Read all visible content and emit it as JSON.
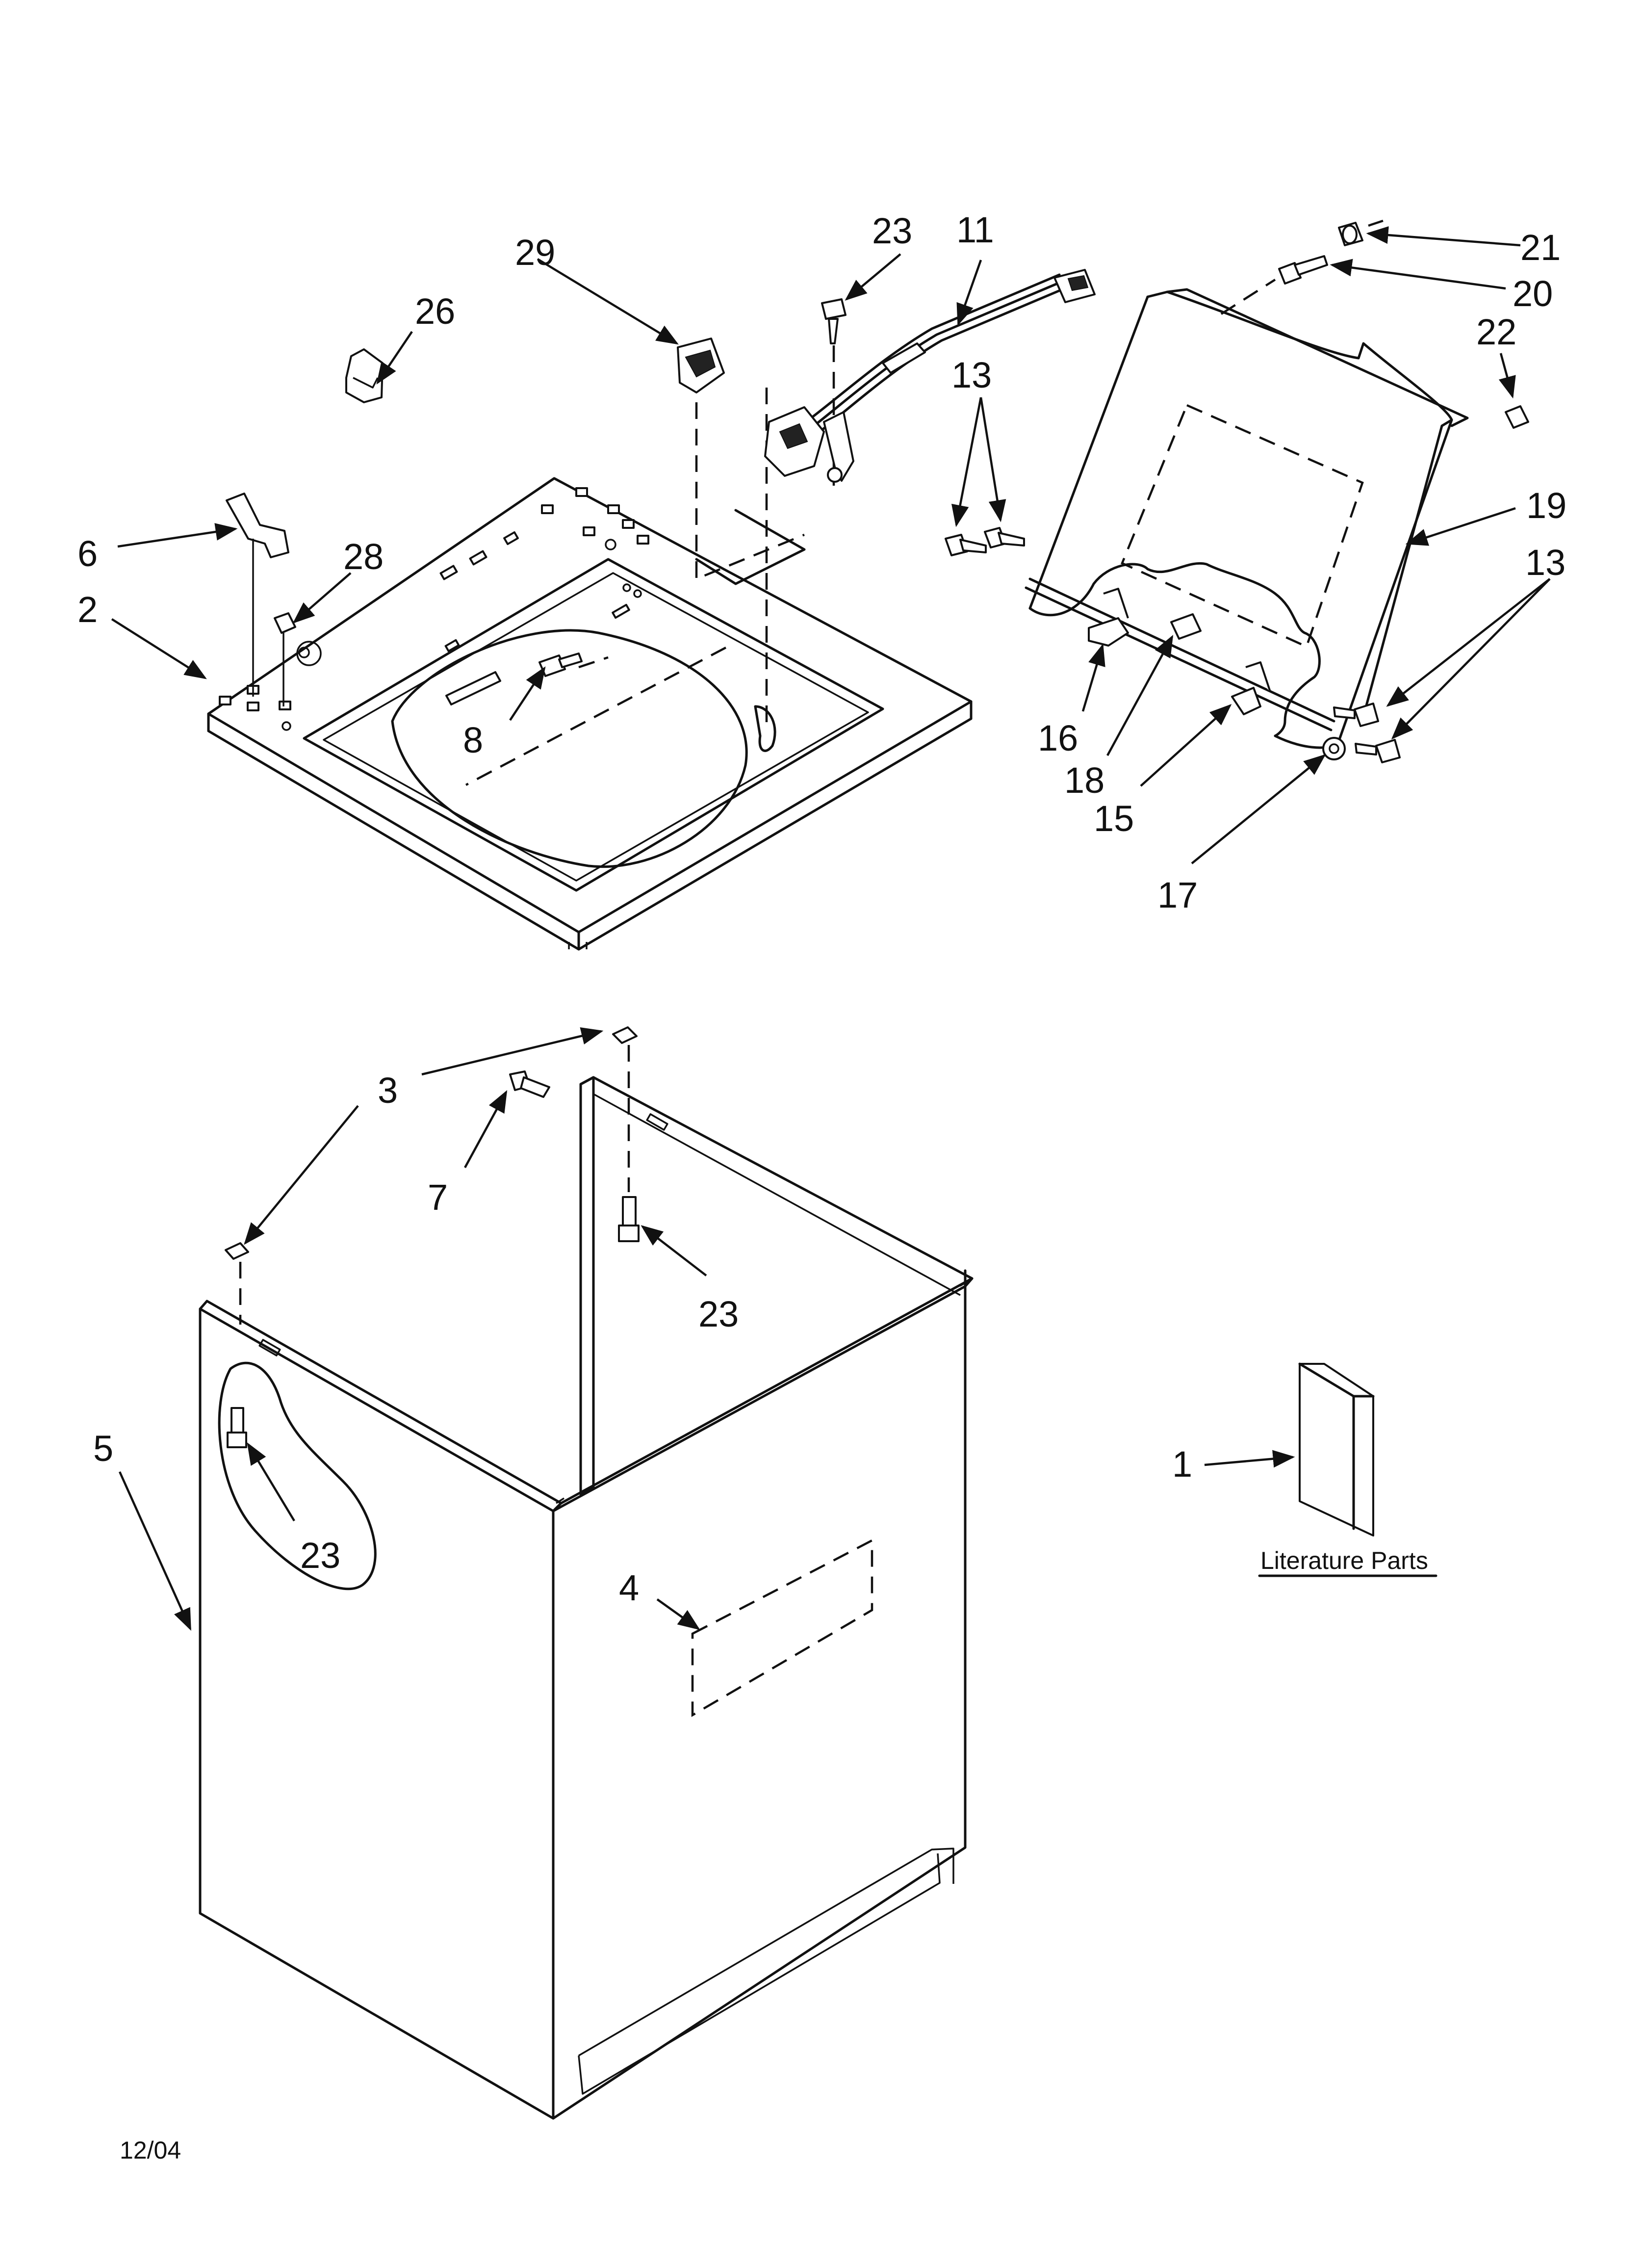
{
  "callouts": [
    {
      "id": "c1",
      "text": "1"
    },
    {
      "id": "c2",
      "text": "2"
    },
    {
      "id": "c3",
      "text": "3"
    },
    {
      "id": "c4",
      "text": "4"
    },
    {
      "id": "c5",
      "text": "5"
    },
    {
      "id": "c6",
      "text": "6"
    },
    {
      "id": "c7",
      "text": "7"
    },
    {
      "id": "c8",
      "text": "8"
    },
    {
      "id": "c11",
      "text": "11"
    },
    {
      "id": "c13a",
      "text": "13"
    },
    {
      "id": "c13b",
      "text": "13"
    },
    {
      "id": "c15",
      "text": "15"
    },
    {
      "id": "c16",
      "text": "16"
    },
    {
      "id": "c17",
      "text": "17"
    },
    {
      "id": "c18",
      "text": "18"
    },
    {
      "id": "c19",
      "text": "19"
    },
    {
      "id": "c20",
      "text": "20"
    },
    {
      "id": "c21",
      "text": "21"
    },
    {
      "id": "c22",
      "text": "22"
    },
    {
      "id": "c23a",
      "text": "23"
    },
    {
      "id": "c23b",
      "text": "23"
    },
    {
      "id": "c23c",
      "text": "23"
    },
    {
      "id": "c26",
      "text": "26"
    },
    {
      "id": "c28",
      "text": "28"
    },
    {
      "id": "c29",
      "text": "29"
    }
  ],
  "literature_label": "Literature Parts",
  "date_code": "12/04"
}
